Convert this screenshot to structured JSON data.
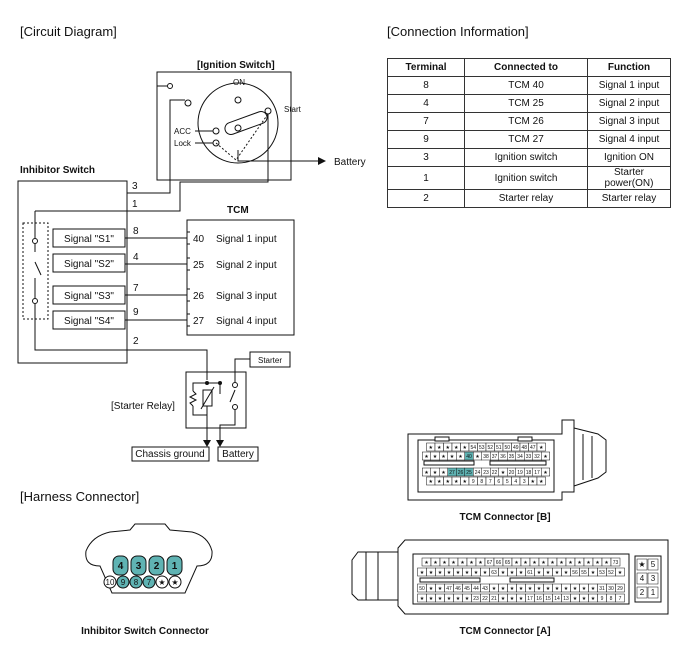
{
  "sections": {
    "circuit": "[Circuit Diagram]",
    "connection": "[Connection Information]",
    "harness": "[Harness Connector]"
  },
  "circuit": {
    "ignition_switch": "[Ignition Switch]",
    "ign_on": "ON",
    "ign_start": "Start",
    "ign_acc": "ACC",
    "ign_lock": "Lock",
    "battery_arrow": "Battery",
    "inhibitor_switch": "Inhibitor Switch",
    "tcm": "TCM",
    "signals": [
      {
        "name": "Signal \"S1\"",
        "pin": "8",
        "tcm_pin": "40",
        "tcm_label": "Signal 1 input"
      },
      {
        "name": "Signal \"S2\"",
        "pin": "4",
        "tcm_pin": "25",
        "tcm_label": "Signal 2 input"
      },
      {
        "name": "Signal \"S3\"",
        "pin": "7",
        "tcm_pin": "26",
        "tcm_label": "Signal 3 input"
      },
      {
        "name": "Signal \"S4\"",
        "pin": "9",
        "tcm_pin": "27",
        "tcm_label": "Signal 4 input"
      }
    ],
    "pin3": "3",
    "pin1": "1",
    "pin2": "2",
    "starter": "Starter",
    "starter_relay": "[Starter Relay]",
    "chassis_ground": "Chassis ground",
    "battery_box": "Battery"
  },
  "connection_table": {
    "headers": [
      "Terminal",
      "Connected to",
      "Function"
    ],
    "rows": [
      [
        "8",
        "TCM 40",
        "Signal 1 input"
      ],
      [
        "4",
        "TCM 25",
        "Signal 2 input"
      ],
      [
        "7",
        "TCM 26",
        "Signal 3 input"
      ],
      [
        "9",
        "TCM 27",
        "Signal 4 input"
      ],
      [
        "3",
        "Ignition switch",
        "Ignition ON"
      ],
      [
        "1",
        "Ignition switch",
        "Starter power(ON)"
      ],
      [
        "2",
        "Starter relay",
        "Starter relay"
      ]
    ]
  },
  "harness": {
    "top_pins": [
      "4",
      "3",
      "2",
      "1"
    ],
    "bottom_pins": [
      "10",
      "9",
      "8",
      "7",
      "★",
      "★"
    ],
    "caption": "Inhibitor Switch Connector"
  },
  "tcm_b": {
    "caption": "TCM Connector [B]",
    "rows": [
      [
        "★",
        "★",
        "★",
        "★",
        "★",
        "54",
        "53",
        "52",
        "51",
        "50",
        "49",
        "48",
        "47",
        "★"
      ],
      [
        "★",
        "★",
        "★",
        "★",
        "★",
        "40",
        "★",
        "38",
        "37",
        "36",
        "35",
        "34",
        "33",
        "32",
        "★"
      ],
      [
        "★",
        "★",
        "★",
        "27",
        "26",
        "25",
        "24",
        "23",
        "22",
        "★",
        "20",
        "19",
        "18",
        "17",
        "★"
      ],
      [
        "★",
        "★",
        "★",
        "★",
        "★",
        "9",
        "8",
        "7",
        "6",
        "5",
        "4",
        "3",
        "★",
        "★"
      ]
    ],
    "highlight": [
      "40",
      "27",
      "26",
      "25"
    ]
  },
  "tcm_a": {
    "caption": "TCM Connector [A]",
    "rows": [
      [
        "★",
        "★",
        "★",
        "★",
        "★",
        "★",
        "★",
        "67",
        "66",
        "65",
        "★",
        "★",
        "★",
        "★",
        "★",
        "★",
        "★",
        "★",
        "★",
        "★",
        "★",
        "73"
      ],
      [
        "★",
        "★",
        "★",
        "★",
        "★",
        "★",
        "★",
        "★",
        "63",
        "★",
        "★",
        "★",
        "61",
        "★",
        "★",
        "★",
        "★",
        "56",
        "55",
        "★",
        "53",
        "52",
        "★"
      ],
      [
        "50",
        "★",
        "★",
        "47",
        "46",
        "45",
        "44",
        "43",
        "★",
        "★",
        "★",
        "★",
        "★",
        "★",
        "★",
        "★",
        "★",
        "★",
        "★",
        "★",
        "31",
        "30",
        "29"
      ],
      [
        "★",
        "★",
        "★",
        "★",
        "★",
        "★",
        "23",
        "22",
        "21",
        "★",
        "★",
        "★",
        "17",
        "16",
        "15",
        "14",
        "13",
        "★",
        "★",
        "★",
        "9",
        "8",
        "7"
      ]
    ],
    "side": [
      "★",
      "5",
      "4",
      "3",
      "2",
      "1"
    ]
  }
}
